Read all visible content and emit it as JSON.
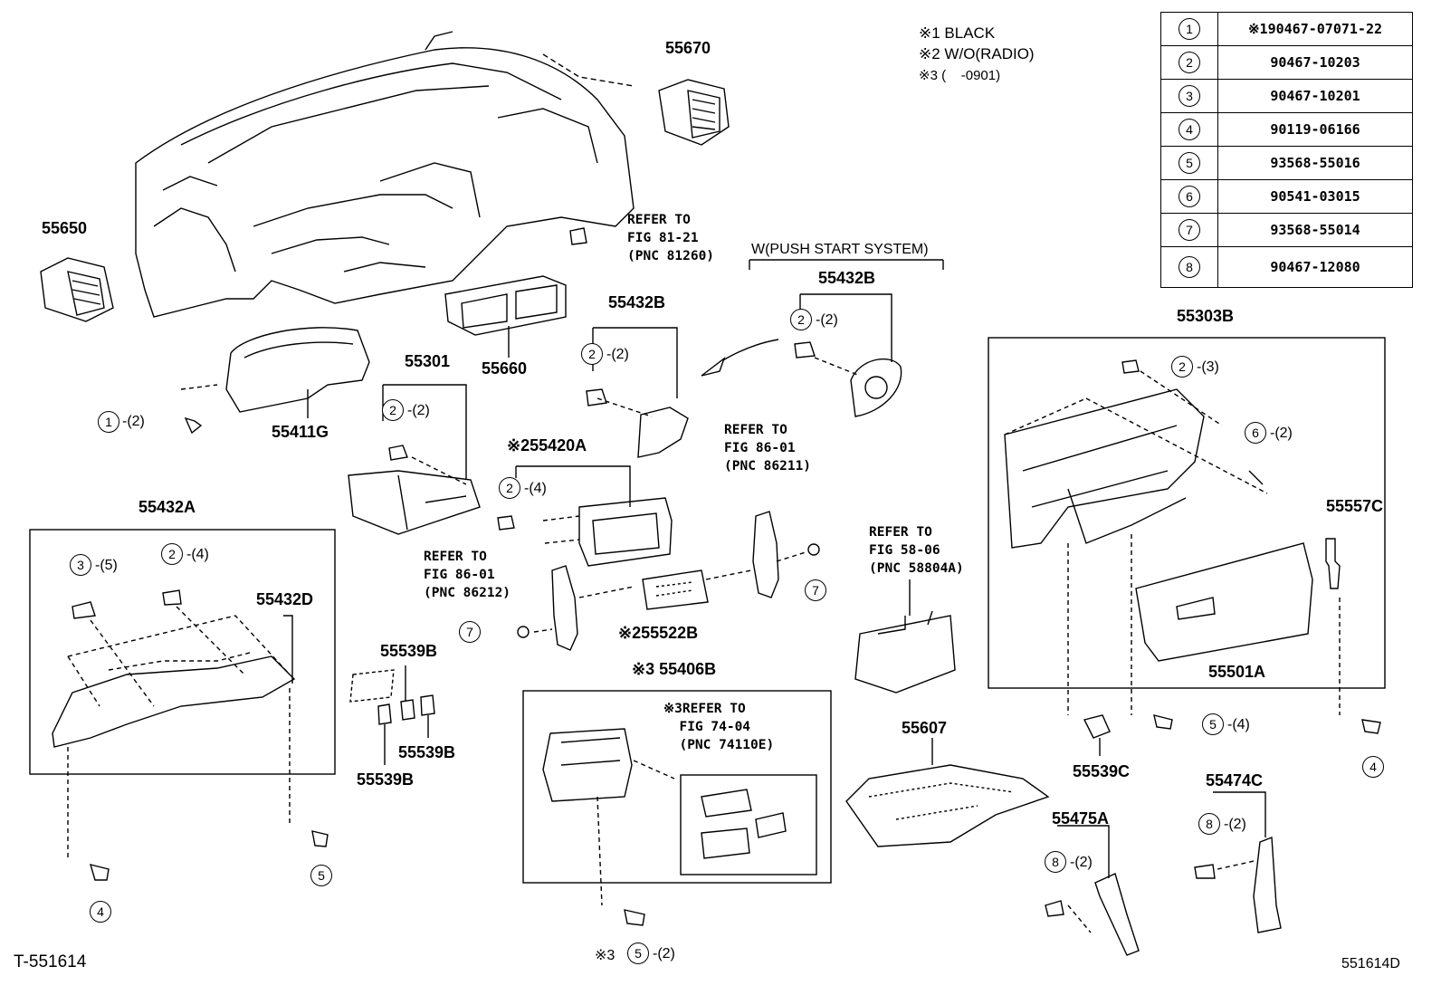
{
  "notes": {
    "note1": "※1 BLACK",
    "note2": "※2 W/O(RADIO)",
    "note3": "※3 (    -0901)"
  },
  "parts_table": [
    {
      "ref": "1",
      "number": "※190467-07071-22"
    },
    {
      "ref": "2",
      "number": "90467-10203"
    },
    {
      "ref": "3",
      "number": "90467-10201"
    },
    {
      "ref": "4",
      "number": "90119-06166"
    },
    {
      "ref": "5",
      "number": "93568-55016"
    },
    {
      "ref": "6",
      "number": "90541-03015"
    },
    {
      "ref": "7",
      "number": "93568-55014"
    },
    {
      "ref": "8",
      "number": "90467-12080"
    }
  ],
  "part_labels": {
    "p55670": "55670",
    "p55650": "55650",
    "p55660": "55660",
    "p55411G": "55411G",
    "p55301": "55301",
    "p55432B_a": "55432B",
    "p55432B_b": "55432B",
    "p55303B": "55303B",
    "p55420A": "※255420A",
    "p55432A": "55432A",
    "p55432D": "55432D",
    "p55539B_a": "55539B",
    "p55539B_b": "55539B",
    "p55539B_c": "55539B",
    "p55522B": "※255522B",
    "p55406B": "※3 55406B",
    "p55607": "55607",
    "p55557C": "55557C",
    "p55501A": "55501A",
    "p55539C": "55539C",
    "p55475A": "55475A",
    "p55474C": "55474C"
  },
  "push_start": "W(PUSH START SYSTEM)",
  "refs": {
    "r81": "REFER TO\nFIG 81-21\n(PNC 81260)",
    "r86a": "REFER TO\nFIG 86-01\n(PNC 86211)",
    "r86b": "REFER TO\nFIG 86-01\n(PNC 86212)",
    "r58": "REFER TO\nFIG 58-06\n(PNC 58804A)",
    "r74": "※3REFER TO\n  FIG 74-04\n  (PNC 74110E)"
  },
  "callouts": {
    "c1": {
      "n": "1",
      "q": "-(2)"
    },
    "c2a": {
      "n": "2",
      "q": "-(2)"
    },
    "c2b": {
      "n": "2",
      "q": "-(2)"
    },
    "c2c": {
      "n": "2",
      "q": "-(2)"
    },
    "c2d": {
      "n": "2",
      "q": "-(4)"
    },
    "c2e": {
      "n": "2",
      "q": "-(4)"
    },
    "c2f": {
      "n": "2",
      "q": "-(3)"
    },
    "c3a": {
      "n": "3",
      "q": "-(5)"
    },
    "c6a": {
      "n": "6",
      "q": "-(2)"
    },
    "c7a": {
      "n": "7",
      "q": ""
    },
    "c7b": {
      "n": "7",
      "q": ""
    },
    "c5a": {
      "n": "5",
      "q": "-(4)"
    },
    "c5b": {
      "n": "5",
      "q": ""
    },
    "c5c": {
      "n": "5",
      "q": "-(2)",
      "pre": "※3"
    },
    "c4a": {
      "n": "4",
      "q": ""
    },
    "c4b": {
      "n": "4",
      "q": ""
    },
    "c8a": {
      "n": "8",
      "q": "-(2)"
    },
    "c8b": {
      "n": "8",
      "q": "-(2)"
    }
  },
  "footer": {
    "left": "T-551614",
    "right": "551614D"
  }
}
